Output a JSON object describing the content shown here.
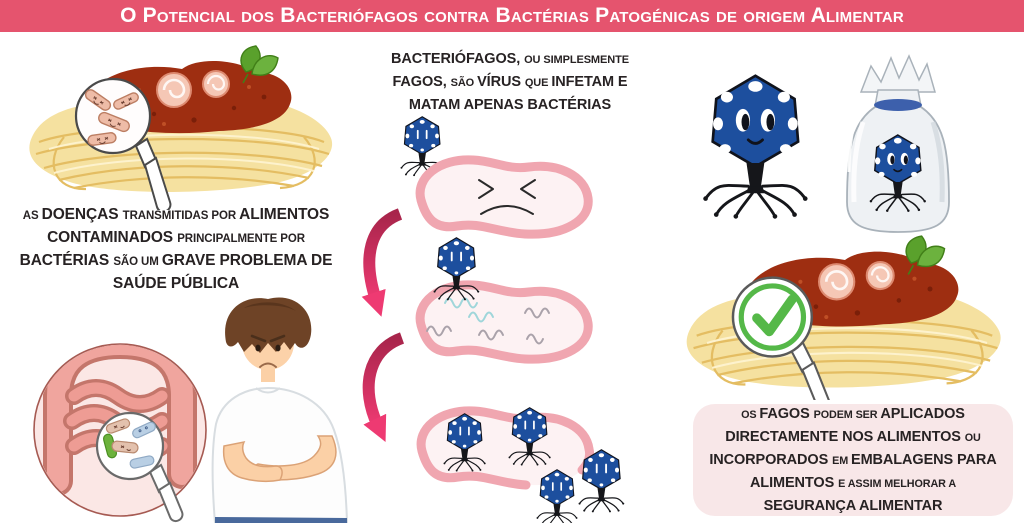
{
  "title": {
    "text": "O Potencial dos Bacteriófagos contra Bactérias Patogénicas de origem Alimentar"
  },
  "sections": {
    "problem": {
      "segments": [
        {
          "text": "AS ",
          "size": "small"
        },
        {
          "text": "DOENÇAS ",
          "size": "big"
        },
        {
          "text": "TRANSMITIDAS POR ",
          "size": "small"
        },
        {
          "text": "ALIMENTOS CONTAMINADOS ",
          "size": "big"
        },
        {
          "text": "PRINCIPALMENTE POR ",
          "size": "small"
        },
        {
          "text": "BACTÉRIAS ",
          "size": "big"
        },
        {
          "text": "SÃO UM ",
          "size": "small"
        },
        {
          "text": "GRAVE PROBLEMA DE SAÚDE PÚBLICA",
          "size": "big"
        }
      ]
    },
    "intro": {
      "segments": [
        {
          "text": "BACTERIÓFAGOS, ",
          "size": "big"
        },
        {
          "text": "OU SIMPLESMENTE ",
          "size": "small"
        },
        {
          "text": "FAGOS, ",
          "size": "big"
        },
        {
          "text": "SÃO ",
          "size": "small"
        },
        {
          "text": "VÍRUS ",
          "size": "big"
        },
        {
          "text": "QUE ",
          "size": "small"
        },
        {
          "text": "INFETAM E MATAM APENAS BACTÉRIAS",
          "size": "big"
        }
      ]
    },
    "solution": {
      "segments": [
        {
          "text": "OS ",
          "size": "small"
        },
        {
          "text": "FAGOS ",
          "size": "big"
        },
        {
          "text": "PODEM SER ",
          "size": "small"
        },
        {
          "text": "APLICADOS DIRECTAMENTE NOS ALIMENTOS ",
          "size": "big"
        },
        {
          "text": "OU ",
          "size": "small"
        },
        {
          "text": "INCORPORADOS ",
          "size": "big"
        },
        {
          "text": "EM ",
          "size": "small"
        },
        {
          "text": "EMBALAGENS PARA ALIMENTOS ",
          "size": "big"
        },
        {
          "text": "E ASSIM MELHORAR A ",
          "size": "small"
        },
        {
          "text": "SEGURANÇA ALIMENTAR",
          "size": "big"
        }
      ]
    }
  },
  "illustrations": {
    "top_left": "spaghetti-plate-with-bacteria-magnifier",
    "bottom_left": "sick-boy-with-intestine-inset-magnifier",
    "center": "phage-infection-cycle-three-stages",
    "top_right": "phage-mascot-and-phage-in-plastic-bag",
    "middle_right": "spaghetti-plate-with-checkmark-magnifier"
  },
  "colors": {
    "title_bar": "#e5546e",
    "text": "#272223",
    "info_box_bg": "#f8e7e8",
    "arrow_pink": "#ee3a72",
    "phage_blue": "#1d4f9e",
    "cell_pink": "#f0a6b0",
    "cell_fill": "#fdf2f3",
    "check_green": "#55b848",
    "bacteria_rod": "#eebca7"
  }
}
